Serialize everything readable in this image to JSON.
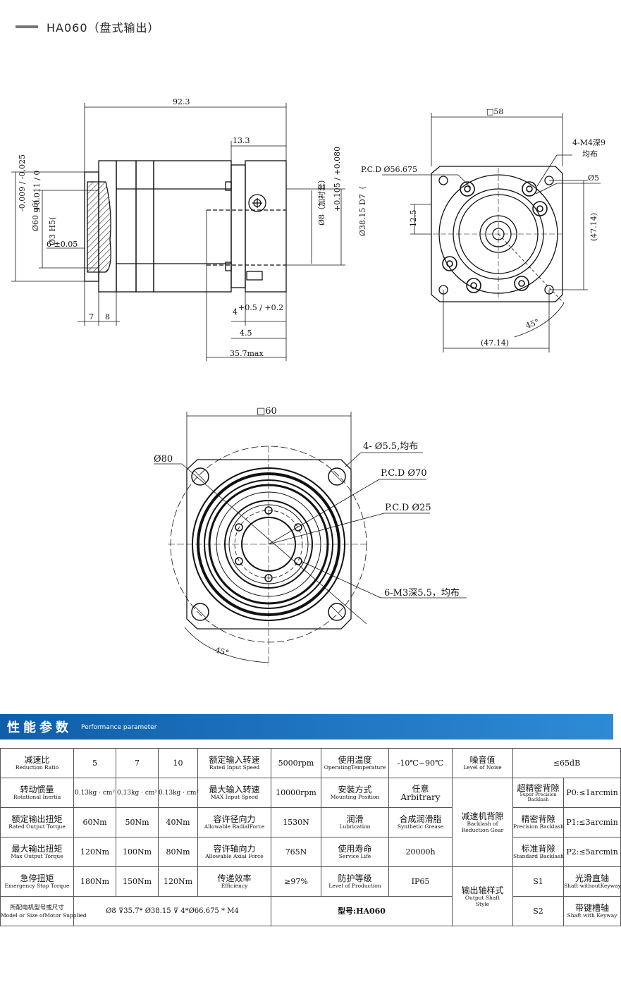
{
  "header": {
    "title": "HA060（盘式输出）"
  },
  "drawing": {
    "side": {
      "d_total": "92.3",
      "d_13": "13.3",
      "d_60": "Ø60 g6(",
      "d_60_tol": "-0.009 / -0.025",
      "d_h5": "Ø3 H5(",
      "d_h5_tol": "+0.011 / 0",
      "d_6": "6 ±0.05",
      "d_7": "7",
      "d_8": "8",
      "d_4": "4",
      "d_4_tol": "+0.5 / +0.2",
      "d_45": "4.5",
      "d_357": "35.7max",
      "d_shaft": "Ø8（加衬套）",
      "d_bore": "Ø38.15 D7（",
      "d_bore_tol": "+0.105 / +0.080"
    },
    "front_small": {
      "square": "□58",
      "m4": "4-M4深9",
      "m4b": "均布",
      "pcd": "P.C.D Ø56.675",
      "d5": "Ø5",
      "d125": "12.5",
      "d4714v": "(47.14)",
      "d4714h": "(47.14)",
      "ang": "45°"
    },
    "front_big": {
      "square": "□60",
      "d80": "Ø80",
      "holes4": "4- Ø5.5,均布",
      "pcd70": "P.C.D Ø70",
      "pcd25": "P.C.D Ø25",
      "holes6": "6-M3深5.5，均布",
      "ang": "45°"
    }
  },
  "section": {
    "title_cn": "性能参数",
    "title_en": "Performance parameter"
  },
  "table": {
    "r1": {
      "c1": {
        "cn": "减速比",
        "en": "Reduction Ratio"
      },
      "v1": "5",
      "v2": "7",
      "v3": "10",
      "c2": {
        "cn": "额定输入转速",
        "en": "Rated Input Speed"
      },
      "v4": "5000rpm",
      "c3": {
        "cn": "使用温度",
        "en": "OperatingTemperature"
      },
      "v5": "-10℃~90℃",
      "c4": {
        "cn": "噪音值",
        "en": "Level of Noise"
      },
      "v6": "≤65dB"
    },
    "r2": {
      "c1": {
        "cn": "转动惯量",
        "en": "Rotational Inertia"
      },
      "v1": "0.13kg · cm²",
      "v2": "0.13kg · cm²",
      "v3": "0.13kg · cm²",
      "c2": {
        "cn": "最大输入转速",
        "en": "MAX Input Speed"
      },
      "v4": "10000rpm",
      "c3": {
        "cn": "安装方式",
        "en": "Mounting Position"
      },
      "v5a": "任意",
      "v5b": "Arbitrary",
      "b1": {
        "cn": "超精密背隙",
        "en": "Super Precision Backlash"
      },
      "bv1": "P0:≤1arcmin"
    },
    "r3": {
      "c1": {
        "cn": "额定输出扭矩",
        "en": "Rated Output Torque"
      },
      "v1": "60Nm",
      "v2": "50Nm",
      "v3": "40Nm",
      "c2": {
        "cn": "容许径向力",
        "en": "Allowable RadialForce"
      },
      "v4": "1530N",
      "c3": {
        "cn": "润滑",
        "en": "Lubrication"
      },
      "v5": {
        "cn": "合成润滑脂",
        "en": "Synthetic Grease"
      },
      "c4": {
        "cn": "减速机背隙",
        "en": "Backlash of Reduction Gear"
      },
      "b2": {
        "cn": "精密背隙",
        "en": "Precision Backlash"
      },
      "bv2": "P1:≤3arcmin"
    },
    "r4": {
      "c1": {
        "cn": "最大输出扭矩",
        "en": "Max Output Torque"
      },
      "v1": "120Nm",
      "v2": "100Nm",
      "v3": "80Nm",
      "c2": {
        "cn": "容许轴向力",
        "en": "Allowable Axial Force"
      },
      "v4": "765N",
      "c3": {
        "cn": "使用寿命",
        "en": "Service Life"
      },
      "v5": "20000h",
      "b3": {
        "cn": "标准背隙",
        "en": "Standard Backlash"
      },
      "bv3": "P2:≤5arcmin"
    },
    "r5": {
      "c1": {
        "cn": "急停扭矩",
        "en": "Emergency Stop Torque"
      },
      "v1": "180Nm",
      "v2": "150Nm",
      "v3": "120Nm",
      "c2": {
        "cn": "传递效率",
        "en": "Efficiency"
      },
      "v4": "≥97%",
      "c3": {
        "cn": "防护等级",
        "en": "Level of Production"
      },
      "v5": "IP65",
      "c4": {
        "cn": "输出轴样式",
        "en": "Output Shaft Style"
      },
      "s1": "S1",
      "s1v": {
        "cn": "光滑直轴",
        "en": "Shaft withoutKeyway"
      }
    },
    "r6": {
      "c1": {
        "cn": "所配电机型号或尺寸",
        "en": "Model or Size ofMotor Supplied"
      },
      "motor": "Ø8 ⊽35.7* Ø38.15 ⊽ 4*Ø66.675 * M4",
      "model": "型号:HA060",
      "s2": "S2",
      "s2v": {
        "cn": "带键槽轴",
        "en": "Shaft with Keyway"
      }
    }
  }
}
